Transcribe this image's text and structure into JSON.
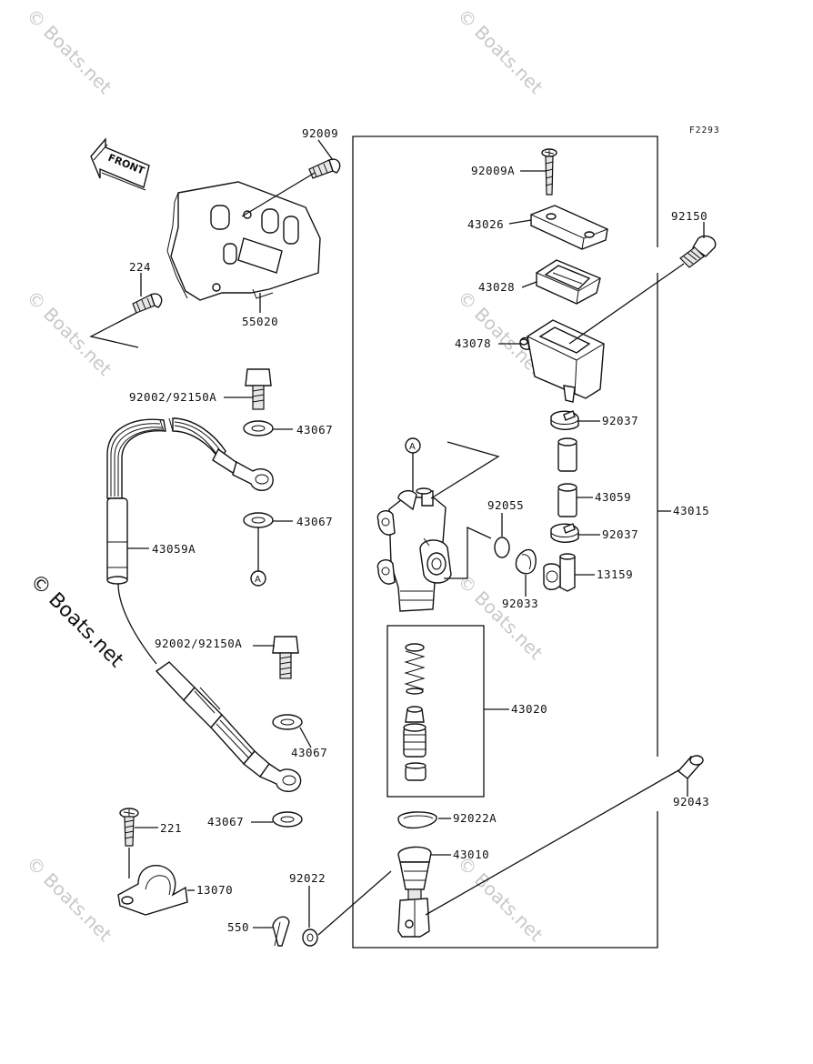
{
  "figure_code": "F2293",
  "front_label": "FRONT",
  "watermarks": [
    "© Boats.net",
    "© Boats.net",
    "© Boats.net",
    "© Boats.net",
    "© Boats.net",
    "© Boats.net",
    "© Boats.net"
  ],
  "watermark_main": "© Boats.net",
  "ref_marker": "A",
  "parts": {
    "p92009": "92009",
    "p224": "224",
    "p55020": "55020",
    "p92002a": "92002/92150A",
    "p43067a": "43067",
    "p43067b": "43067",
    "p43059A": "43059A",
    "p92002b": "92002/92150A",
    "p43067c": "43067",
    "p43067d": "43067",
    "p221": "221",
    "p13070": "13070",
    "p92022": "92022",
    "p550": "550",
    "p92009A": "92009A",
    "p43026": "43026",
    "p43028": "43028",
    "p43078": "43078",
    "p92150": "92150",
    "p92037a": "92037",
    "p43059": "43059",
    "p43015": "43015",
    "p92037b": "92037",
    "p92055": "92055",
    "p13159": "13159",
    "p92033": "92033",
    "p43020": "43020",
    "p92022A": "92022A",
    "p43010": "43010",
    "p92043": "92043"
  }
}
